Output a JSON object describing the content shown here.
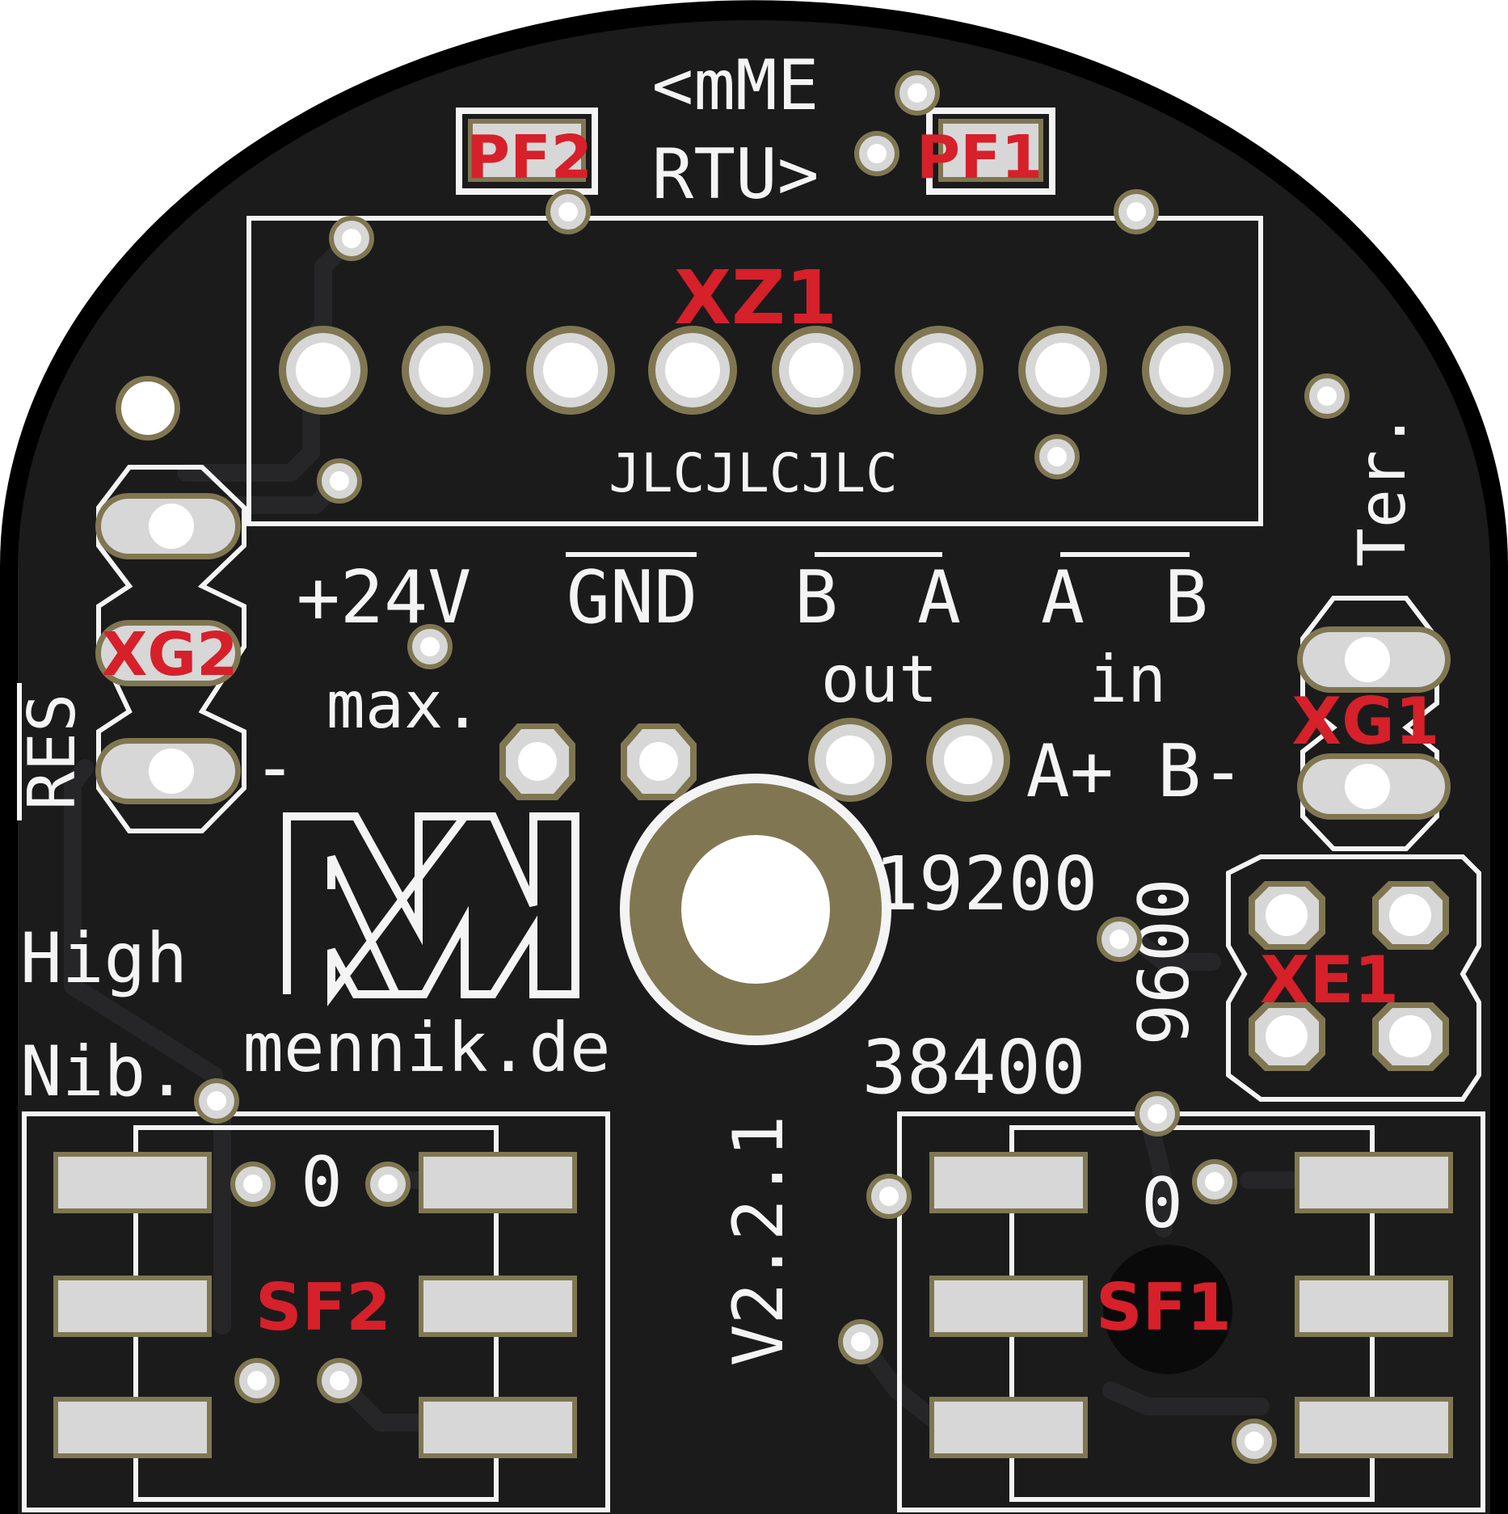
{
  "board": {
    "colors": {
      "board_edge": "#000000",
      "mask": "#1b1b1c",
      "trace": "#232325",
      "silkscreen": "#f4f4f4",
      "copper_ring": "#807752",
      "pad": "#d7d7d7",
      "reference": "#d6202a"
    }
  },
  "refs": {
    "xz1": "XZ1",
    "pf1": "PF1",
    "pf2": "PF2",
    "xg1": "XG1",
    "xg2": "XG2",
    "xe1": "XE1",
    "sf1": "SF1",
    "sf2": "SF2"
  },
  "silk": {
    "mode_left": "<mME",
    "mode_right": "RTU>",
    "jlc": "JLCJLCJLC",
    "v24": "+24V",
    "gnd": "GND",
    "out_b": "B",
    "out_a": "A",
    "in_a": "A",
    "in_b": "B",
    "max": "max.",
    "out": "out",
    "in": "in",
    "ter": "Ter.",
    "res": "RES",
    "minus": "-",
    "ab": "A+ B-",
    "baud_19200": "19200",
    "baud_9600": "9600",
    "baud_38400": "38400",
    "high": "High",
    "nib": "Nib.",
    "website": "mennik.de",
    "version": "V2.2.1",
    "zero_left": "0",
    "zero_right": "0"
  }
}
